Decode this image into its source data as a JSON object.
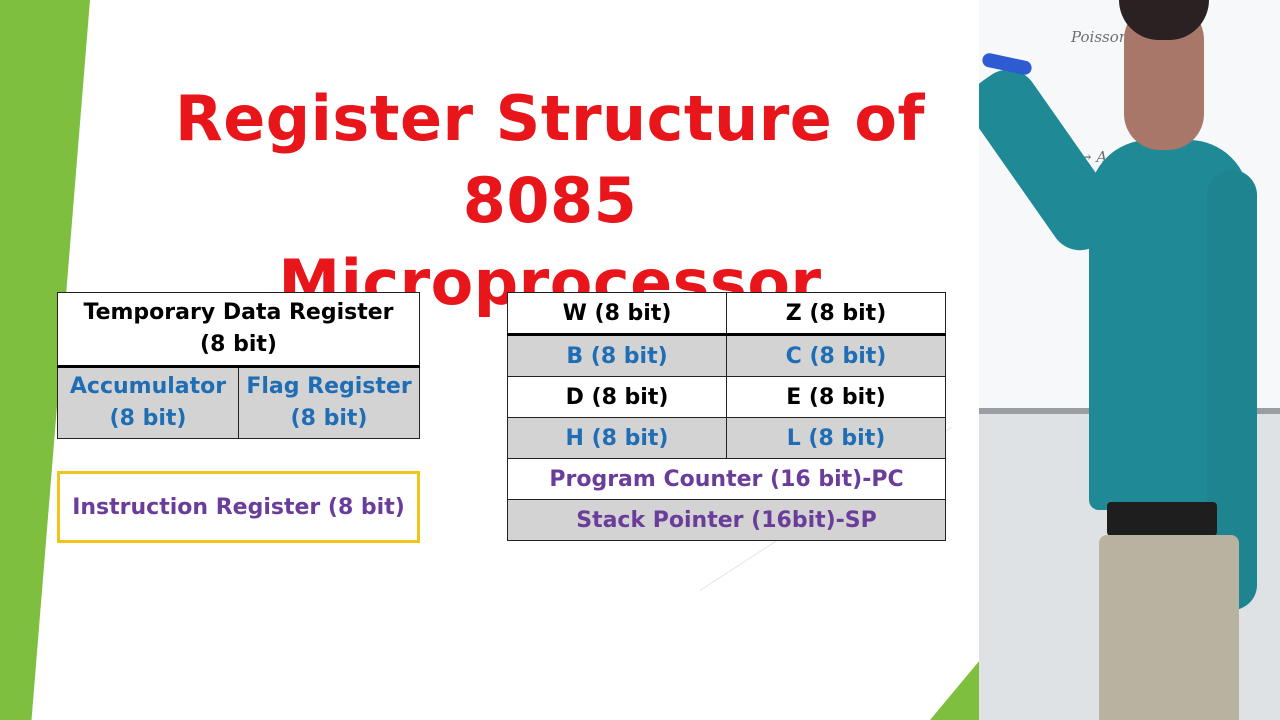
{
  "slide": {
    "title_line1": "Register Structure of 8085",
    "title_line2": "Microprocessor"
  },
  "left_table": {
    "temp_register": [
      "Temporary Data Register",
      "(8 bit)"
    ],
    "accumulator": [
      "Accumulator",
      "(8 bit)"
    ],
    "flag_register": [
      "Flag Register",
      "(8 bit)"
    ]
  },
  "instruction_register": "Instruction Register (8 bit)",
  "right_table": {
    "rows": [
      [
        "W (8 bit)",
        "Z (8 bit)"
      ],
      [
        "B (8 bit)",
        "C (8 bit)"
      ],
      [
        "D (8 bit)",
        "E (8 bit)"
      ],
      [
        "H (8 bit)",
        "L (8 bit)"
      ],
      [
        "Program Counter (16 bit)-PC"
      ],
      [
        "Stack Pointer (16bit)-SP"
      ]
    ]
  },
  "colors": {
    "title": "#e8151b",
    "blue_text": "#1f6eb5",
    "purple_text": "#6a3d9a",
    "grey_fill": "#d3d3d3",
    "highlight_border": "#f0c419",
    "accent_green": "#7fbf3f"
  }
}
